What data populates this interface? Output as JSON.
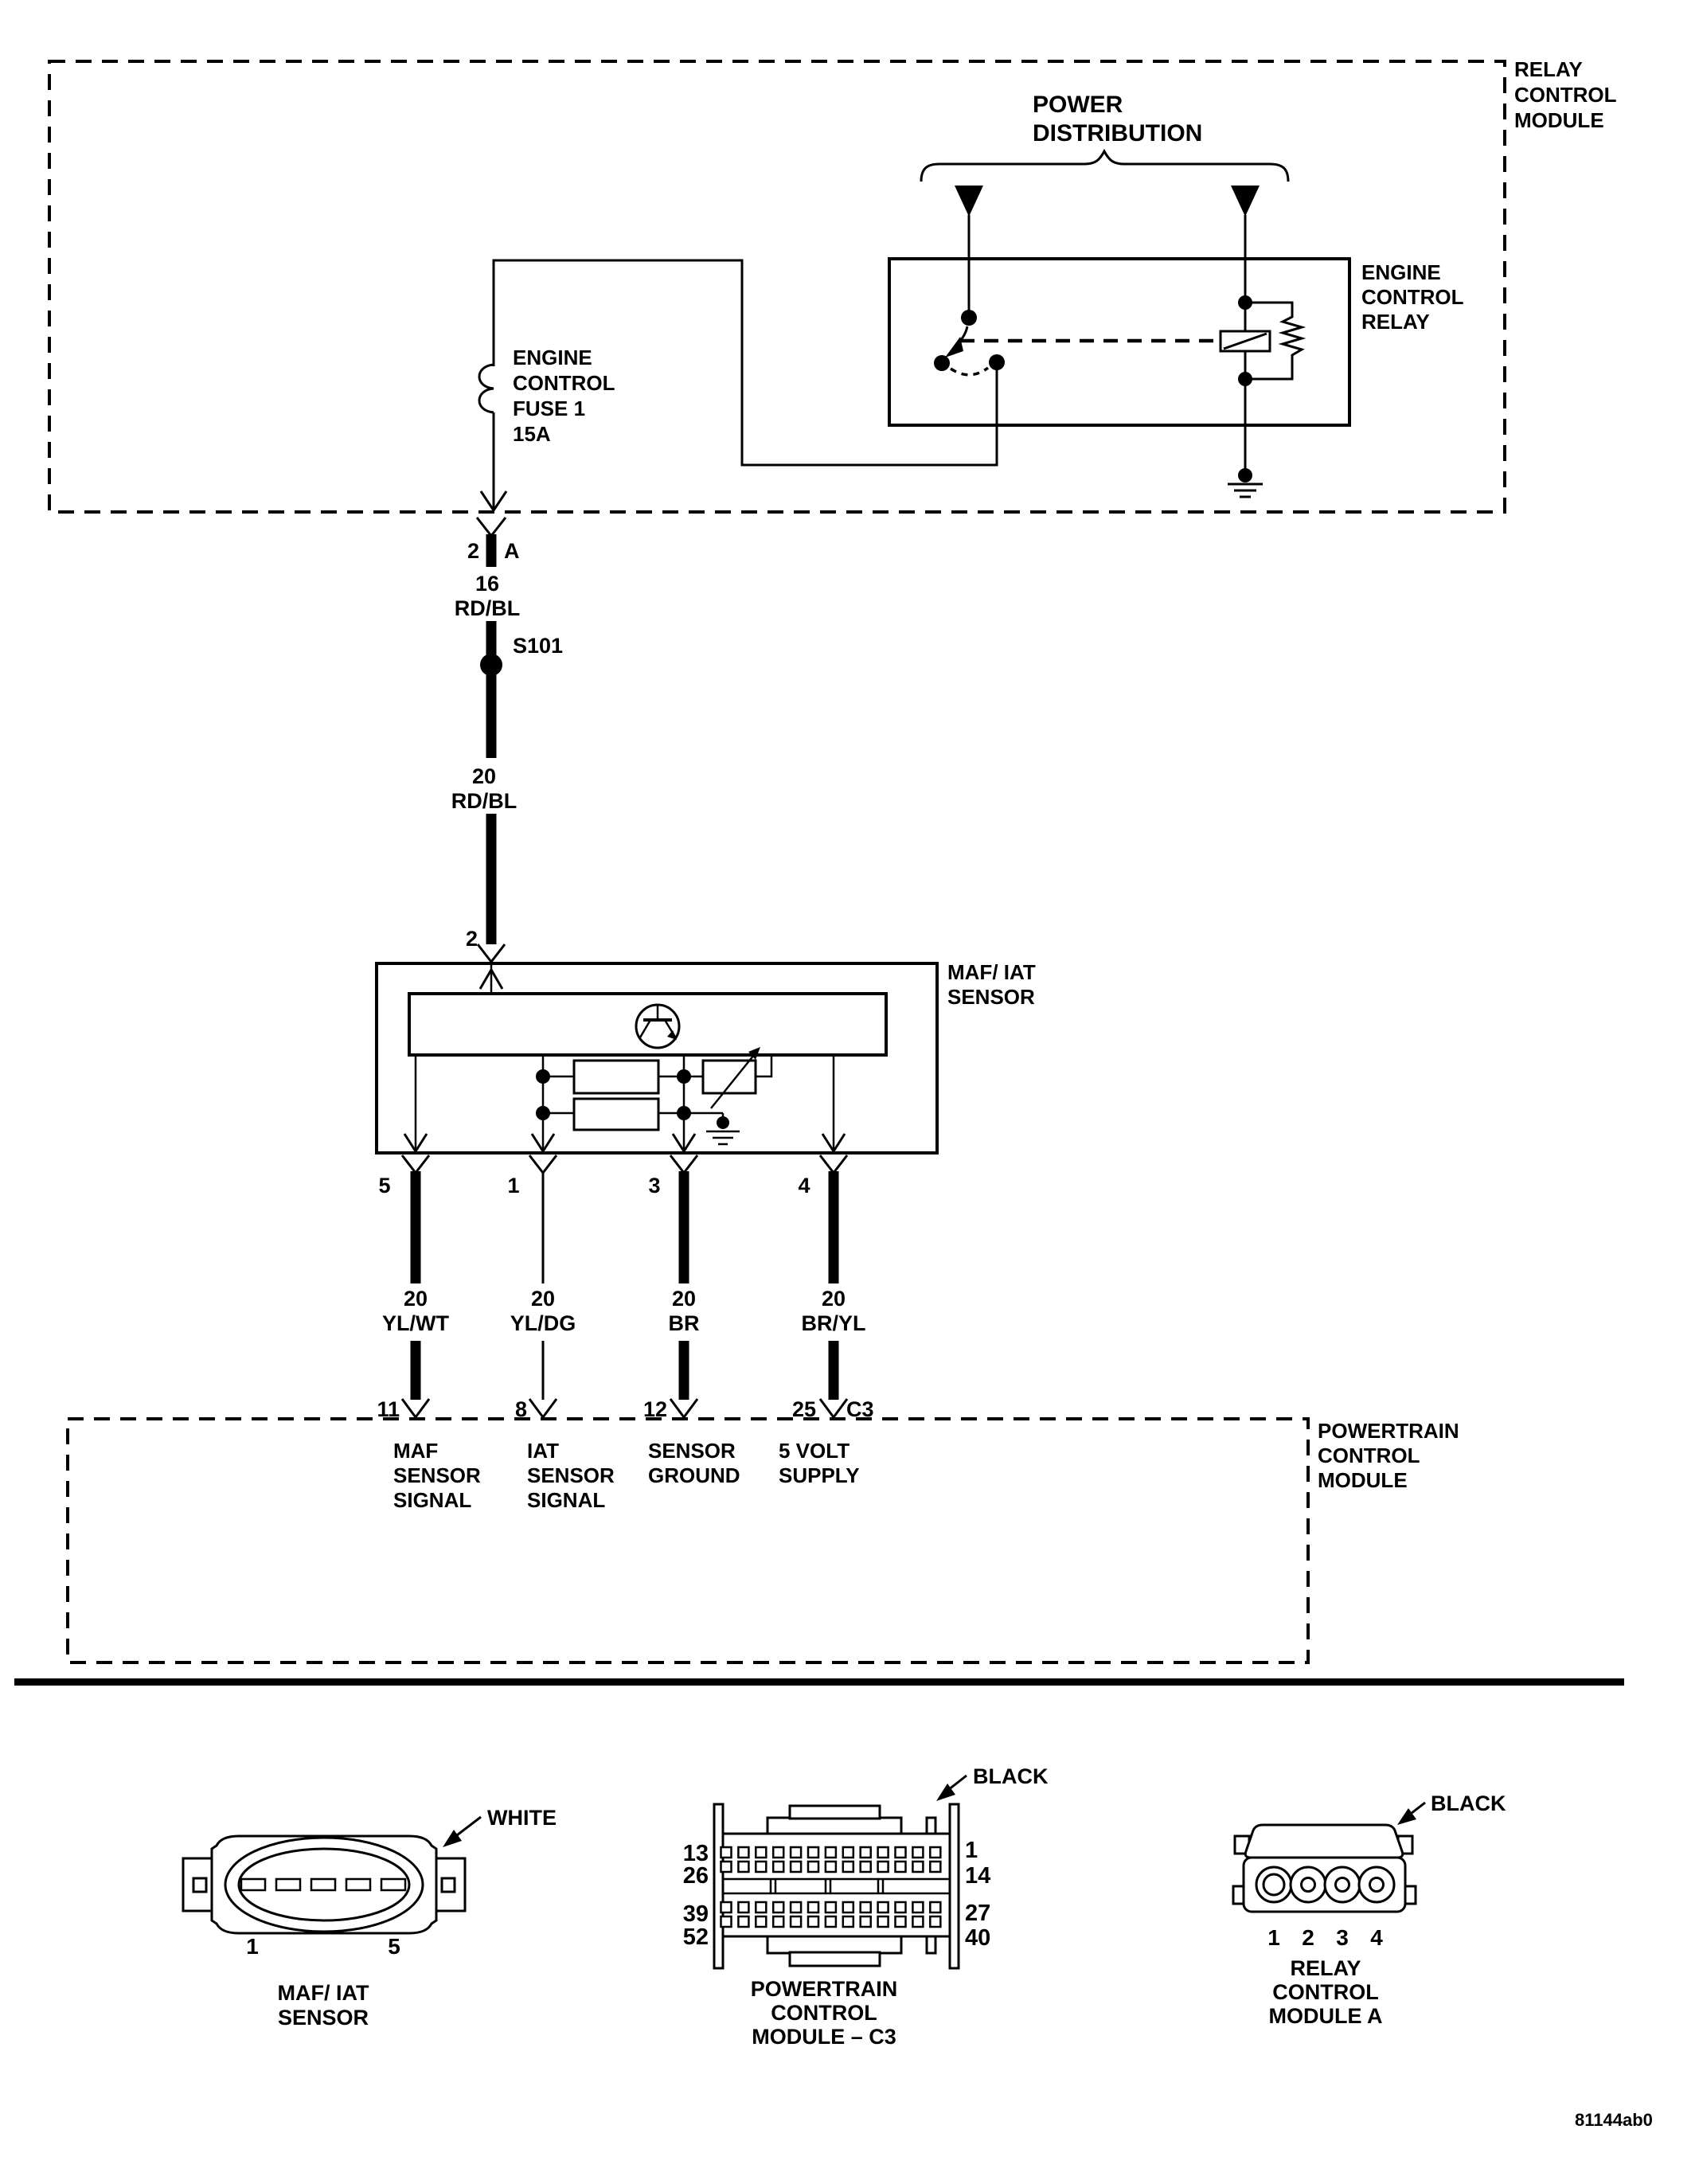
{
  "diagram": {
    "relay_control_module": {
      "label_lines": [
        "RELAY",
        "CONTROL",
        "MODULE"
      ]
    },
    "power_distribution": {
      "label_lines": [
        "POWER",
        "DISTRIBUTION"
      ]
    },
    "engine_control_relay": {
      "label_lines": [
        "ENGINE",
        "CONTROL",
        "RELAY"
      ]
    },
    "engine_control_fuse": {
      "label_lines": [
        "ENGINE",
        "CONTROL",
        "FUSE 1",
        "15A"
      ]
    },
    "fuse_output": {
      "pin": "2",
      "cavity": "A"
    },
    "wire_fuse_to_splice": {
      "gauge": "16",
      "color": "RD/BL"
    },
    "splice": {
      "id": "S101"
    },
    "wire_splice_to_sensor": {
      "gauge": "20",
      "color": "RD/BL"
    },
    "sensor": {
      "label_lines": [
        "MAF/ IAT",
        "SENSOR"
      ],
      "supply_pin": "2"
    },
    "sensor_wires": [
      {
        "pin": "5",
        "gauge": "20",
        "color": "YL/WT",
        "pcm_pin": "11",
        "function_lines": [
          "MAF",
          "SENSOR",
          "SIGNAL"
        ]
      },
      {
        "pin": "1",
        "gauge": "20",
        "color": "YL/DG",
        "pcm_pin": "8",
        "function_lines": [
          "IAT",
          "SENSOR",
          "SIGNAL"
        ]
      },
      {
        "pin": "3",
        "gauge": "20",
        "color": "BR",
        "pcm_pin": "12",
        "function_lines": [
          "SENSOR",
          "GROUND"
        ]
      },
      {
        "pin": "4",
        "gauge": "20",
        "color": "BR/YL",
        "pcm_pin": "25",
        "function_lines": [
          "5 VOLT",
          "SUPPLY"
        ]
      }
    ],
    "pcm_connector_id": "C3",
    "powertrain_control_module": {
      "label_lines": [
        "POWERTRAIN",
        "CONTROL",
        "MODULE"
      ]
    }
  },
  "legend": {
    "maf_iat_connector": {
      "color": "WHITE",
      "first_pin": "1",
      "last_pin": "5",
      "label_lines": [
        "MAF/ IAT",
        "SENSOR"
      ]
    },
    "pcm_connector": {
      "color": "BLACK",
      "row_labels_left": [
        "13",
        "26",
        "39",
        "52"
      ],
      "row_labels_right": [
        "1",
        "14",
        "27",
        "40"
      ],
      "label_lines": [
        "POWERTRAIN",
        "CONTROL",
        "MODULE – C3"
      ]
    },
    "relay_module_connector": {
      "color": "BLACK",
      "pins": [
        "1",
        "2",
        "3",
        "4"
      ],
      "label_lines": [
        "RELAY",
        "CONTROL",
        "MODULE A"
      ]
    }
  },
  "footer": {
    "code": "81144ab0"
  }
}
